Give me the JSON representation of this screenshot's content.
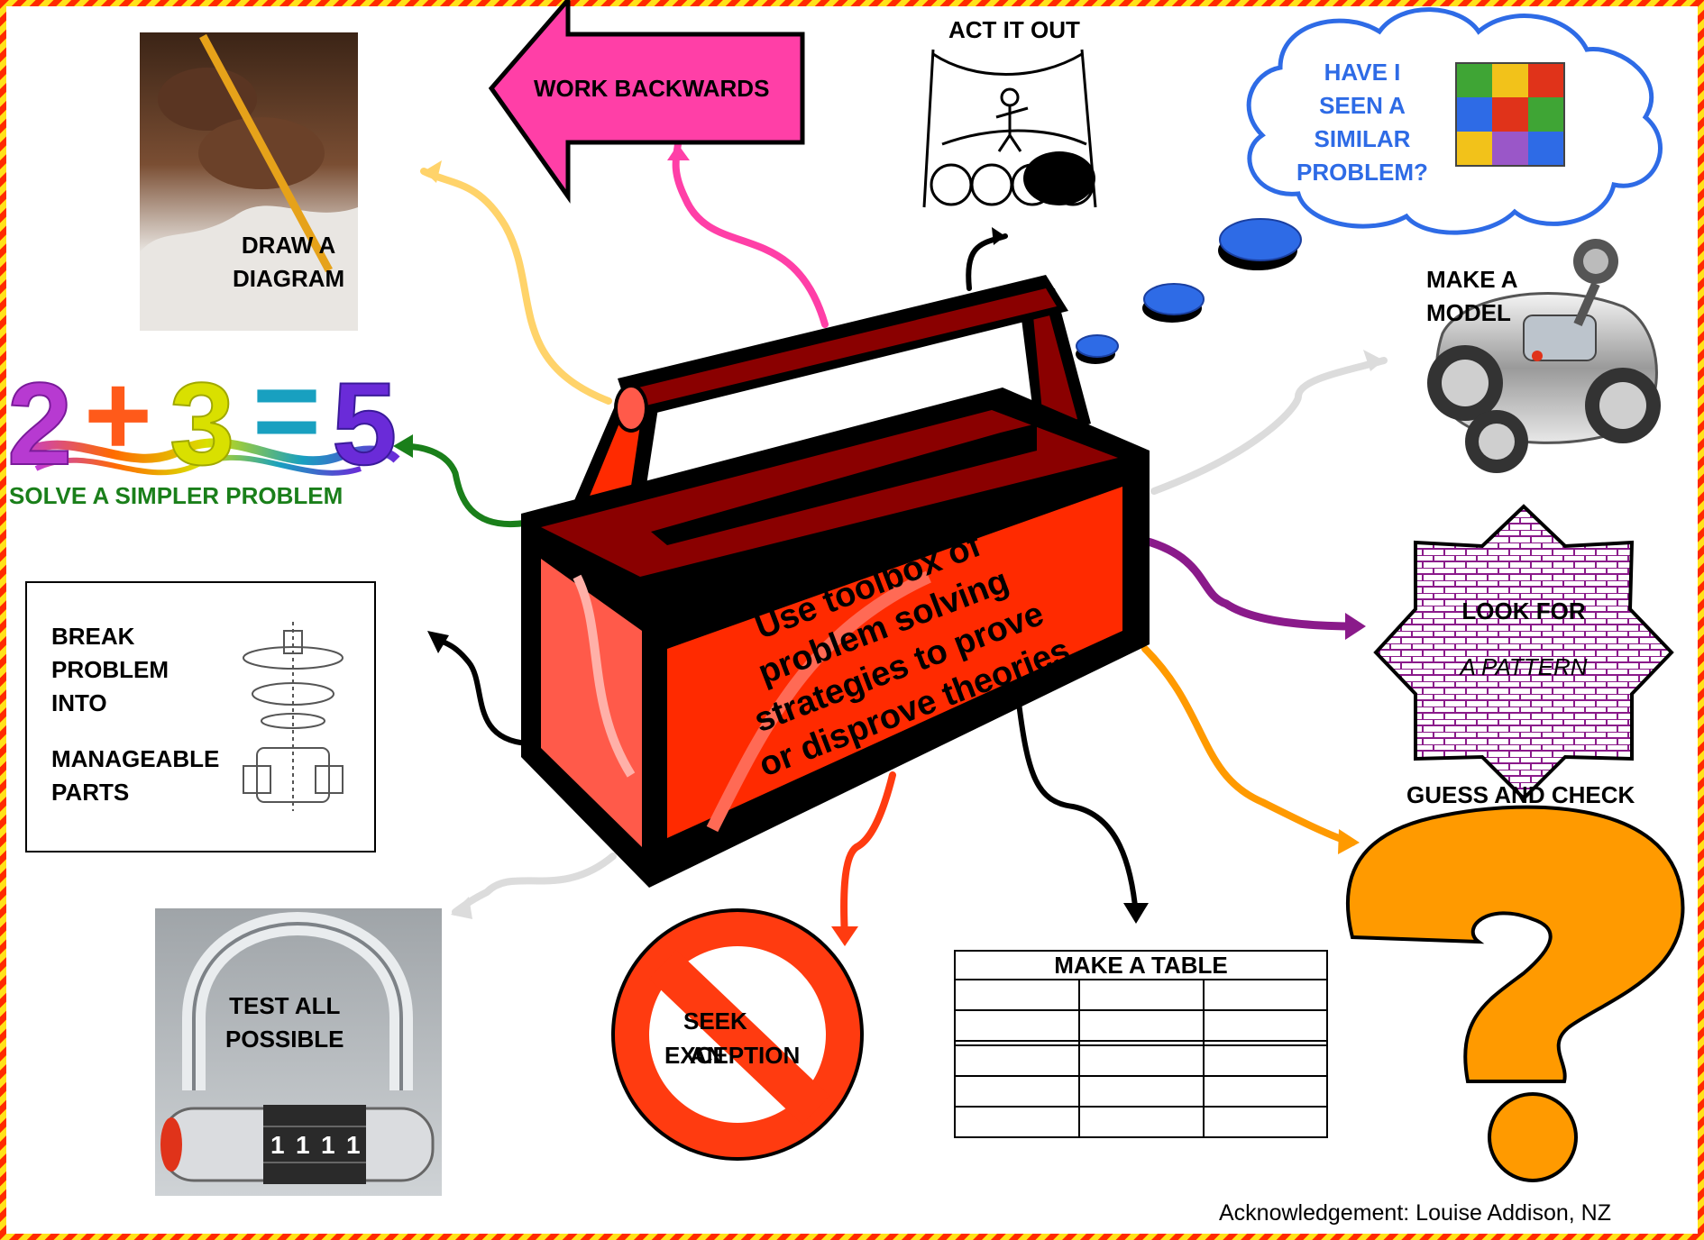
{
  "center": {
    "lines": [
      "Use toolbox of",
      "problem solving",
      "strategies to prove",
      "or disprove theories"
    ]
  },
  "strategies": {
    "draw_diagram": [
      "DRAW A",
      "DIAGRAM"
    ],
    "work_backwards": "WORK BACKWARDS",
    "act_it_out": "ACT IT OUT",
    "similar_problem": [
      "HAVE I",
      "SEEN A",
      "SIMILAR",
      "PROBLEM?"
    ],
    "make_model": [
      "MAKE A",
      "MODEL"
    ],
    "simpler_problem": "SOLVE A SIMPLER PROBLEM",
    "equation": [
      "2",
      "+",
      "3",
      "=",
      "5"
    ],
    "look_for_pattern": [
      "LOOK FOR",
      "A PATTERN"
    ],
    "break_problem": [
      "BREAK",
      "PROBLEM",
      "INTO",
      "MANAGEABLE",
      "PARTS"
    ],
    "guess_check": "GUESS AND CHECK",
    "test_all": [
      "TEST ALL",
      "POSSIBLE"
    ],
    "seek_exception": [
      "SEEK",
      "AN",
      "EXCEPTION"
    ],
    "make_table": "MAKE A TABLE",
    "lock_digits": [
      "1",
      "1",
      "1",
      "1"
    ]
  },
  "acknowledgement": "Acknowledgement: Louise Addison, NZ",
  "colors": {
    "border_red": "#ff2a00",
    "border_yellow": "#ffe21a",
    "toolbox_red": "#ff2a00",
    "toolbox_dark": "#8a0000",
    "arrow_pink": "#ff3fa7",
    "arrow_yellow": "#ffd36a",
    "arrow_green": "#1a7f1a",
    "arrow_purple": "#8a1a8a",
    "arrow_orange": "#ff9a00",
    "arrow_grey": "#dcdcdc",
    "cloud_blue": "#2e6be6",
    "question_orange": "#ff9a00",
    "pattern_purple": "#7a1a7a",
    "simpler_green": "#1a7f1a"
  }
}
